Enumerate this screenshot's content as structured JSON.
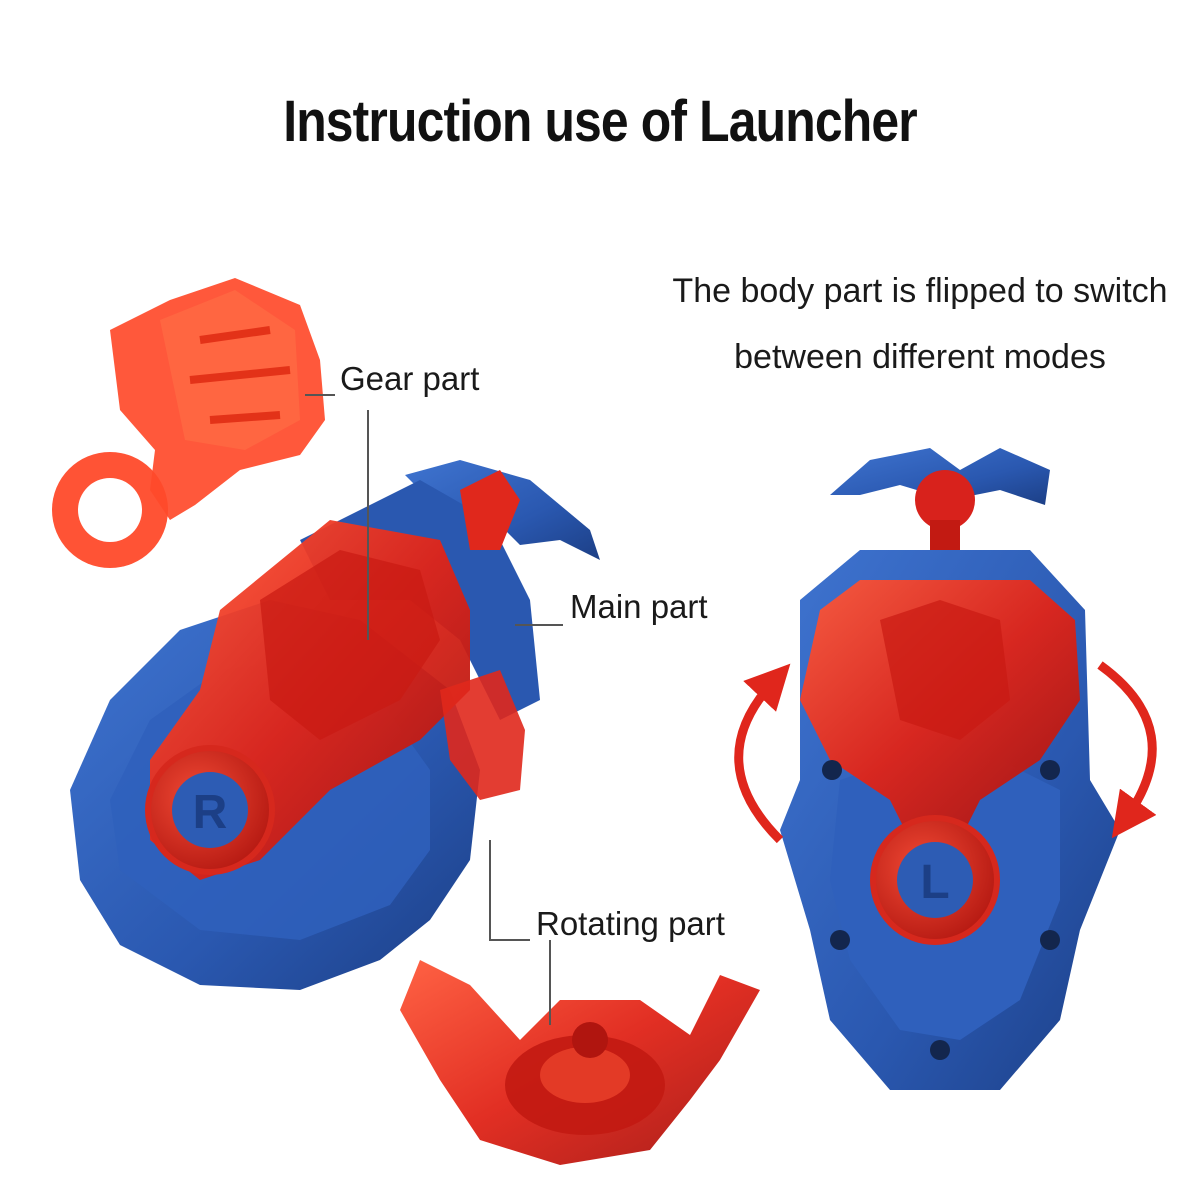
{
  "title": "Instruction use of Launcher",
  "note": {
    "line1": "The body part is flipped to switch",
    "line2": "between different modes"
  },
  "labels": {
    "gear": "Gear part",
    "main": "Main part",
    "rotating": "Rotating part"
  },
  "badges": {
    "left": "R",
    "right": "L"
  },
  "colors": {
    "red_plastic": "#d8221c",
    "blue_plastic": "#2d5cb4",
    "arrow": "#e0261c"
  }
}
